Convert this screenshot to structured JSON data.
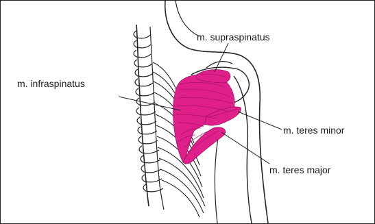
{
  "diagram": {
    "labels": {
      "supraspinatus": "m. supraspinatus",
      "infraspinatus": "m. infraspinatus",
      "teres_minor": "m. teres minor",
      "teres_major": "m. teres major"
    },
    "colors": {
      "muscle": "#e0208a",
      "muscle_dark": "#9e1060",
      "line": "#222222",
      "background": "#ffffff"
    }
  }
}
